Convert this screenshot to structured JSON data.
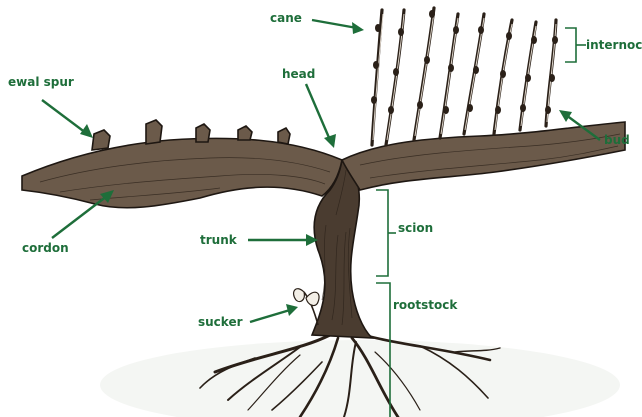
{
  "diagram": {
    "labels": {
      "cane": "cane",
      "internode": "internoc",
      "renewal_spur": "ewal spur",
      "head": "head",
      "bud": "bud",
      "cordon": "cordon",
      "trunk": "trunk",
      "scion": "scion",
      "sucker": "sucker",
      "rootstock": "rootstock"
    },
    "colors": {
      "label_green": "#1e6e3a",
      "wood": "#6b5a4a",
      "ink": "#1e1712"
    }
  }
}
